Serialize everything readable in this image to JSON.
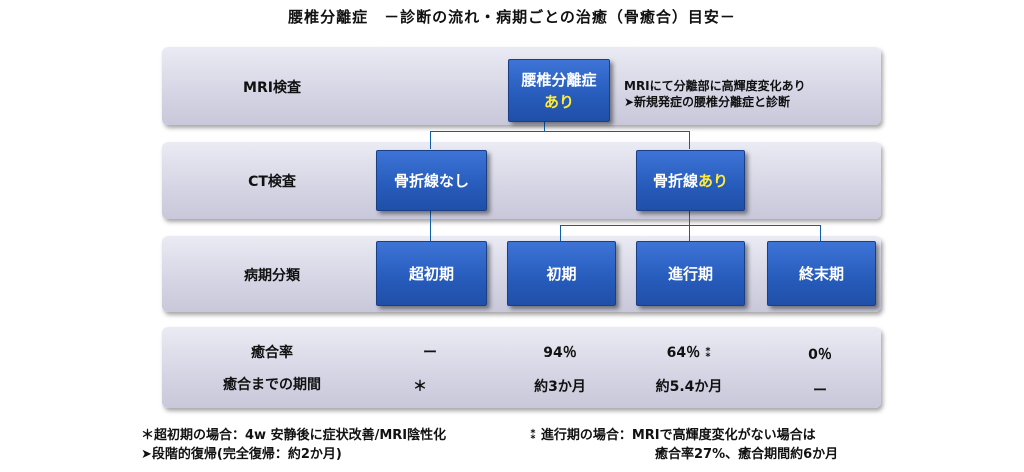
{
  "title": "腰椎分離症　－診断の流れ・病期ごとの治癒（骨癒合）目安－",
  "rows": {
    "mri": "MRI検査",
    "ct": "CT検査",
    "stage": "病期分類",
    "rate": "癒合率",
    "period": "癒合までの期間"
  },
  "mri_box": {
    "line1": "腰椎分離症",
    "line2": "あり"
  },
  "mri_note": {
    "line1": "MRIにて分離部に高輝度変化あり",
    "line2": "➤新規発症の腰椎分離症と診断"
  },
  "ct_boxes": {
    "none": "骨折線なし",
    "yes_prefix": "骨折線",
    "yes_suffix": "あり"
  },
  "stages": [
    "超初期",
    "初期",
    "進行期",
    "終末期"
  ],
  "rates": [
    "ー",
    "94％",
    "64％",
    "0％"
  ],
  "rate_mark": "⁑",
  "periods": [
    "＊",
    "約3か月",
    "約5.4か月",
    "ー"
  ],
  "footnotes": {
    "left_line1": "＊超初期の場合：4w 安静後に症状改善/MRI陰性化",
    "left_line2": "➤段階的復帰(完全復帰：約2か月)",
    "right_mark": "⁑",
    "right_line1": "進行期の場合：MRIで高輝度変化がない場合は",
    "right_line2": "癒合率27%、癒合期間約6か月"
  },
  "colors": {
    "box": "#285dbd",
    "highlight": "#ffec3a",
    "connector": "#0f5fa8"
  }
}
